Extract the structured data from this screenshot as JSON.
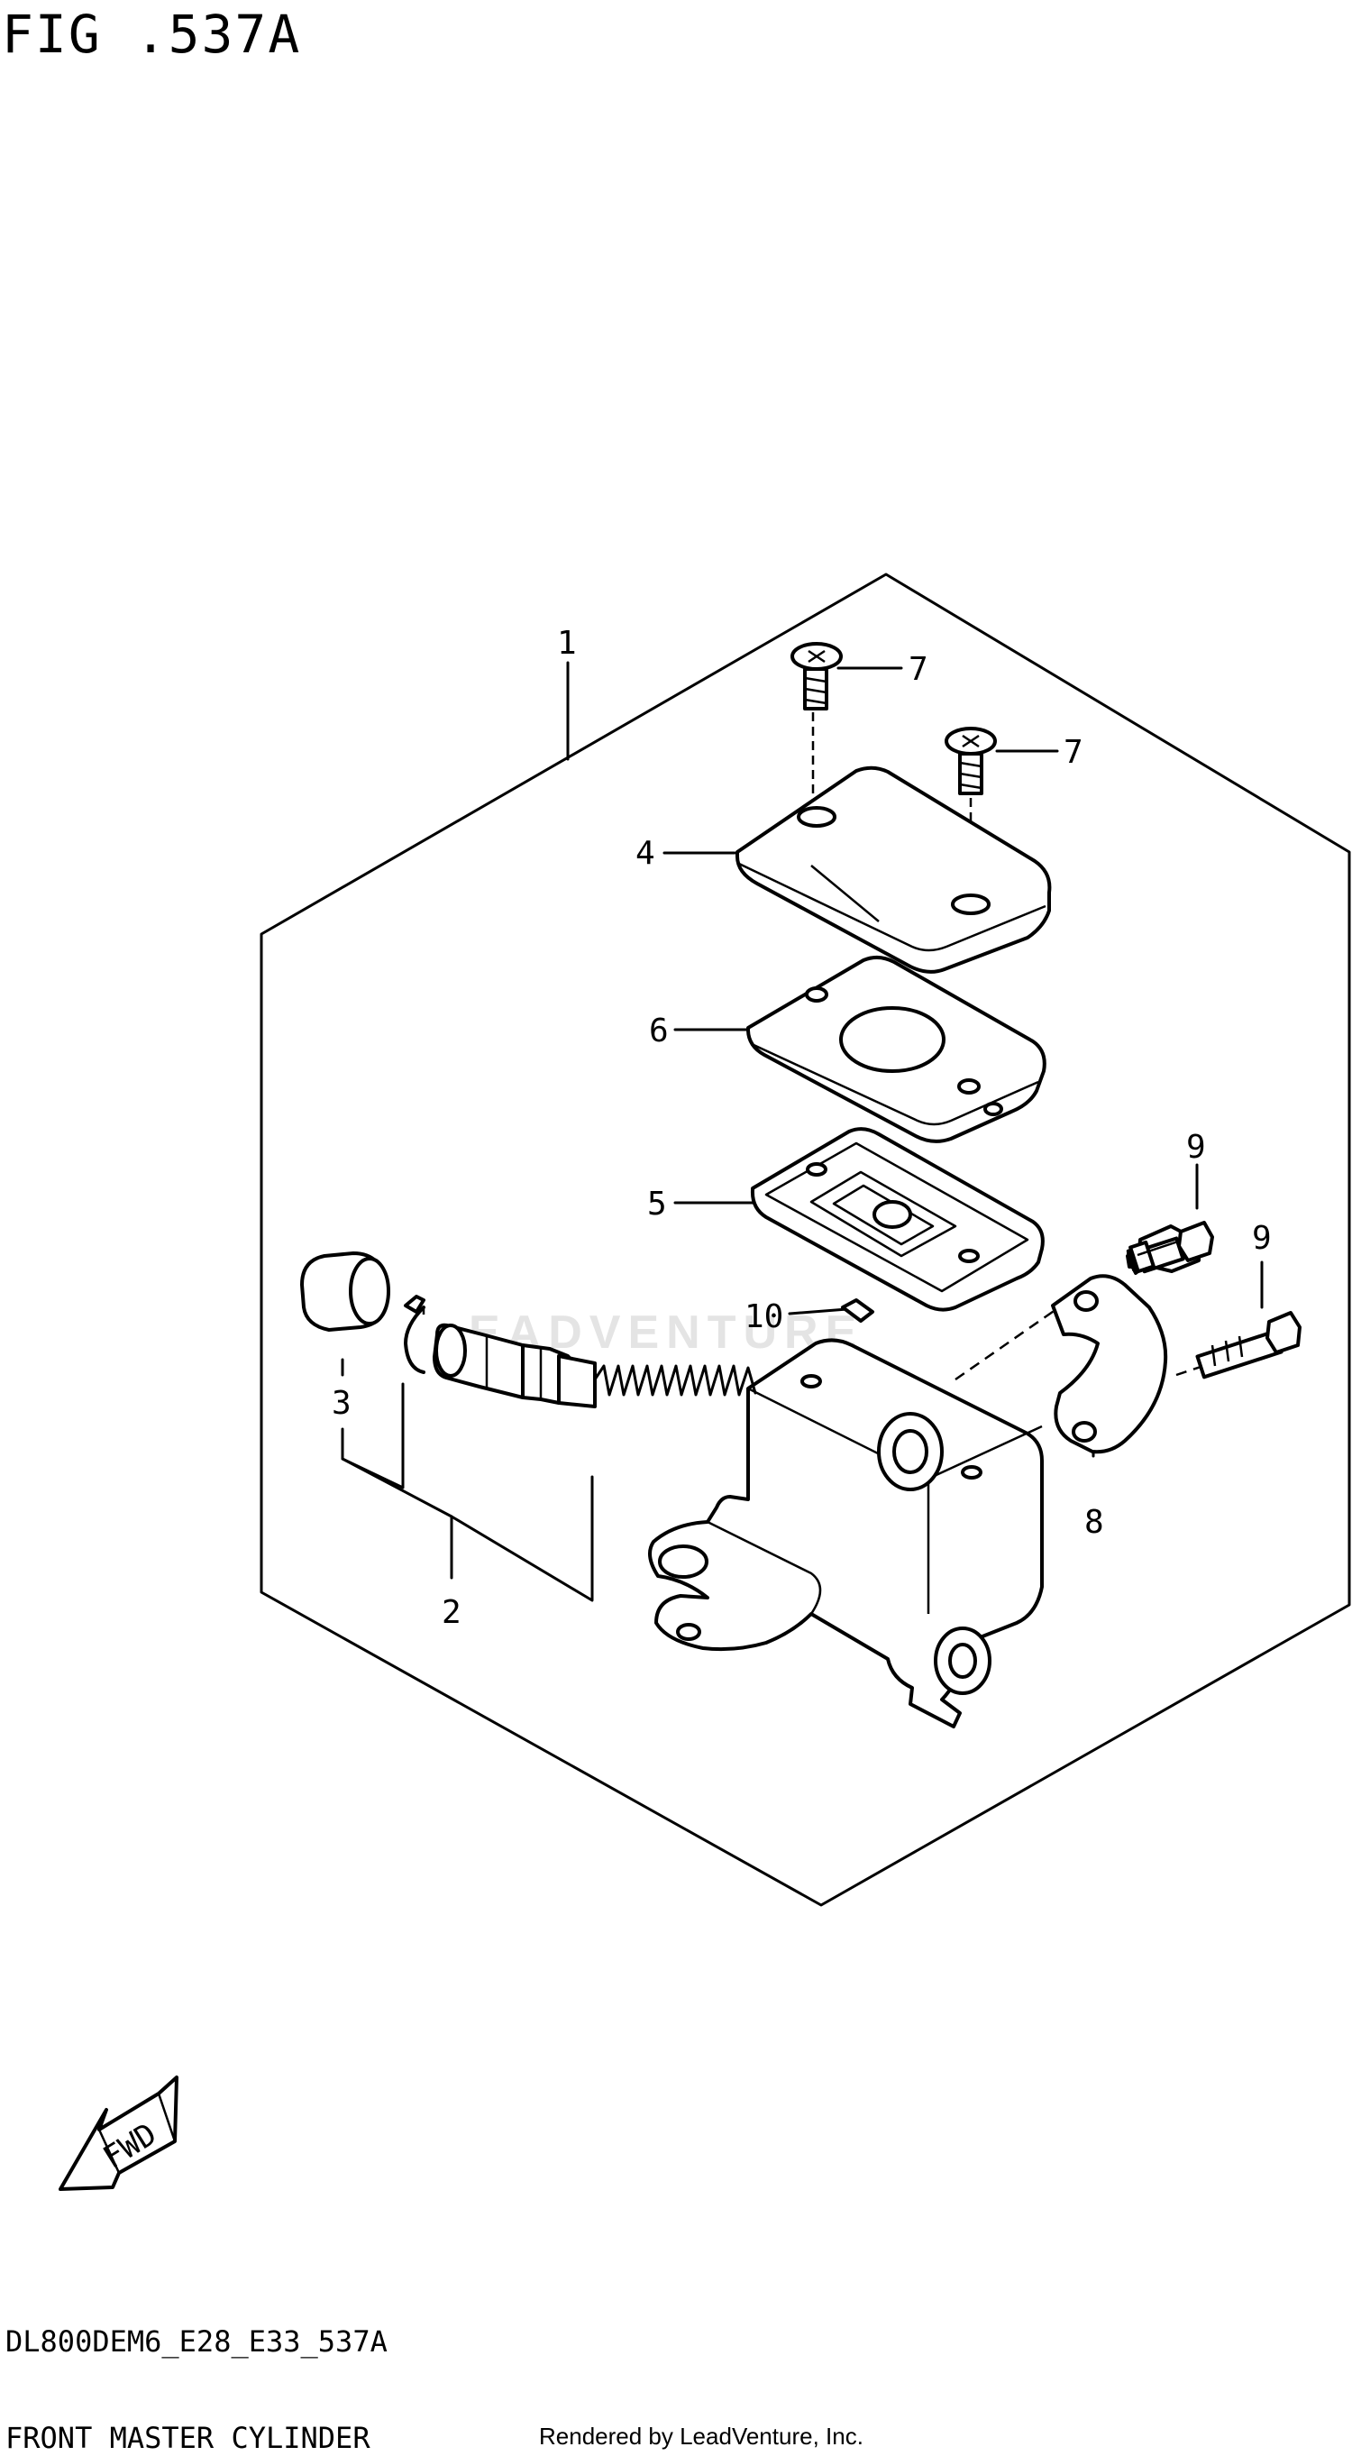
{
  "figure": {
    "title": "FIG .537A"
  },
  "callouts": {
    "c1": "1",
    "c2": "2",
    "c3": "3",
    "c4": "4",
    "c5": "5",
    "c6": "6",
    "c7a": "7",
    "c7b": "7",
    "c8": "8",
    "c9a": "9",
    "c9b": "9",
    "c10": "10"
  },
  "fwd_label": "FWD",
  "watermark": "EADVENTURE",
  "footer": {
    "model_code": "DL800DEM6_E28_E33_537A",
    "section_name": "FRONT MASTER CYLINDER",
    "credit": "Rendered by LeadVenture, Inc."
  }
}
